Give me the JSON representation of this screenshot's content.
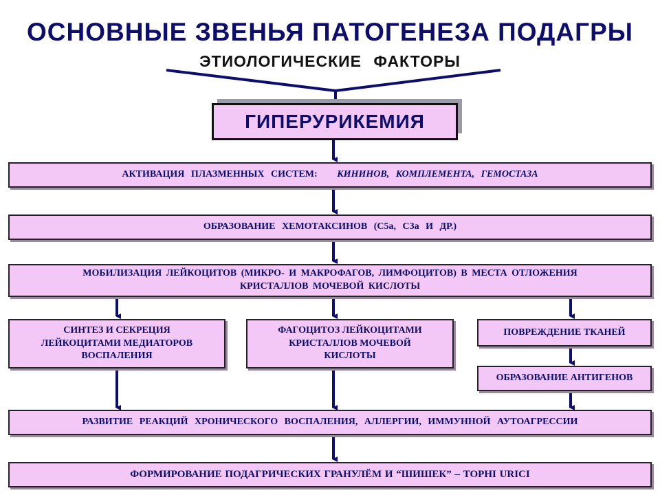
{
  "title": "ОСНОВНЫЕ ЗВЕНЬЯ ПАТОГЕНЕЗА ПОДАГРЫ",
  "subtitle": "ЭТИОЛОГИЧЕСКИЕ ФАКТОРЫ",
  "hyperuricemia": "ГИПЕРУРИКЕМИЯ",
  "activation": {
    "prefix": "АКТИВАЦИЯ   ПЛАЗМЕННЫХ   СИСТЕМ:",
    "italic": "КИНИНОВ,  КОМПЛЕМЕНТА,   ГЕМОСТАЗА"
  },
  "chemotaxins": "ОБРАЗОВАНИЕ   ХЕМОТАКСИНОВ  (С5а, С3а И ДР.)",
  "mobilization": {
    "line1": "МОБИЛИЗАЦИЯ  ЛЕЙКОЦИТОВ  (МИКРО-  И  МАКРОФАГОВ, ЛИМФОЦИТОВ)   В   МЕСТА   ОТЛОЖЕНИЯ",
    "line2": "КРИСТАЛЛОВ   МОЧЕВОЙ  КИСЛОТЫ"
  },
  "synthesis": {
    "line1": "СИНТЕЗ  И  СЕКРЕЦИЯ",
    "line2": "ЛЕЙКОЦИТАМИ МЕДИАТОРОВ",
    "line3": "ВОСПАЛЕНИЯ"
  },
  "phagocytosis": {
    "line1": "ФАГОЦИТОЗ  ЛЕЙКОЦИТАМИ",
    "line2": "КРИСТАЛЛОВ  МОЧЕВОЙ",
    "line3": "КИСЛОТЫ"
  },
  "tissue_damage": "ПОВРЕЖДЕНИЕ  ТКАНЕЙ",
  "antigens": "ОБРАЗОВАНИЕ  АНТИГЕНОВ",
  "development": "РАЗВИТИЕ   РЕАКЦИЙ   ХРОНИЧЕСКОГО   ВОСПАЛЕНИЯ,  АЛЛЕРГИИ,   ИММУННОЙ   АУТОАГРЕССИИ",
  "granulomas": "ФОРМИРОВАНИЕ ПОДАГРИЧЕСКИХ ГРАНУЛЁМ И “ШИШЕК” – TOPHI URICI",
  "colors": {
    "box_fill": "#f4c8f6",
    "text": "#0d0d6b",
    "arrow": "#0d0d6b"
  }
}
